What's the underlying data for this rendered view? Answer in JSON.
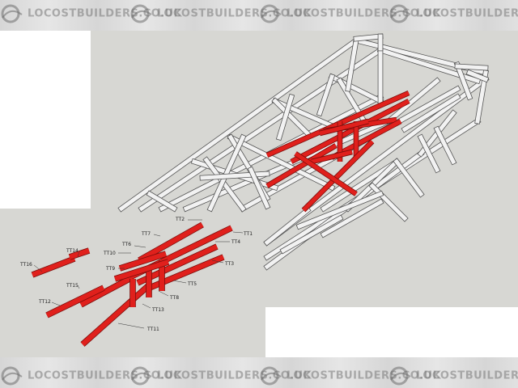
{
  "watermark": {
    "text": "LOCOSTBUILDERS.CO.UK",
    "icon": "car-logo-icon"
  },
  "part_labels": [
    "TT1",
    "TT2",
    "TT3",
    "TT4",
    "TT5",
    "TT6",
    "TT7",
    "TT8",
    "TT9",
    "TT10",
    "TT11",
    "TT12",
    "TT13",
    "TT14",
    "TT15",
    "TT16"
  ],
  "colors": {
    "background_panel": "#d7d7d3",
    "frame_tube": "#f2f2f2",
    "frame_edge": "#555555",
    "highlight_tube": "#e0201c",
    "banner": "#dcdcdc"
  }
}
